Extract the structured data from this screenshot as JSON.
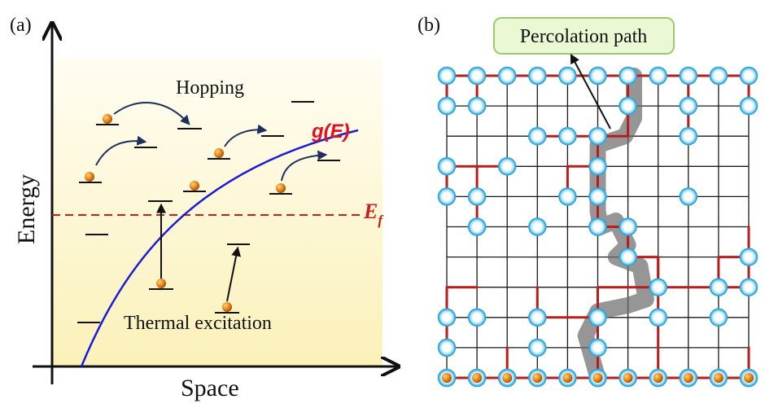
{
  "panel_a": {
    "label": "(a)",
    "x_axis_label": "Space",
    "y_axis_label": "Energy",
    "hopping_label": "Hopping",
    "dos_label": "g(E)",
    "fermi_label_main": "E",
    "fermi_label_sub": "f",
    "thermal_label": "Thermal excitation",
    "colors": {
      "curve": "#1a1adc",
      "fermi": "#c81e1e",
      "dos_text": "#e01020",
      "arrow": "#1c2f5e",
      "electron": "#e07d12",
      "bg_top": "#fffdf2",
      "bg_bottom": "#fbf1b9"
    }
  },
  "panel_b": {
    "label": "(b)",
    "callout_label": "Percolation path",
    "grid": {
      "cols": 11,
      "rows": 11
    },
    "colors": {
      "grid": "#1a1a1a",
      "site_ring": "#33b5e5",
      "path": "#b81d1d",
      "electron": "#e07d12",
      "percolation_band": "#666666",
      "callout_bg": "#eaf8d4",
      "callout_border": "#9ccb6e"
    }
  }
}
